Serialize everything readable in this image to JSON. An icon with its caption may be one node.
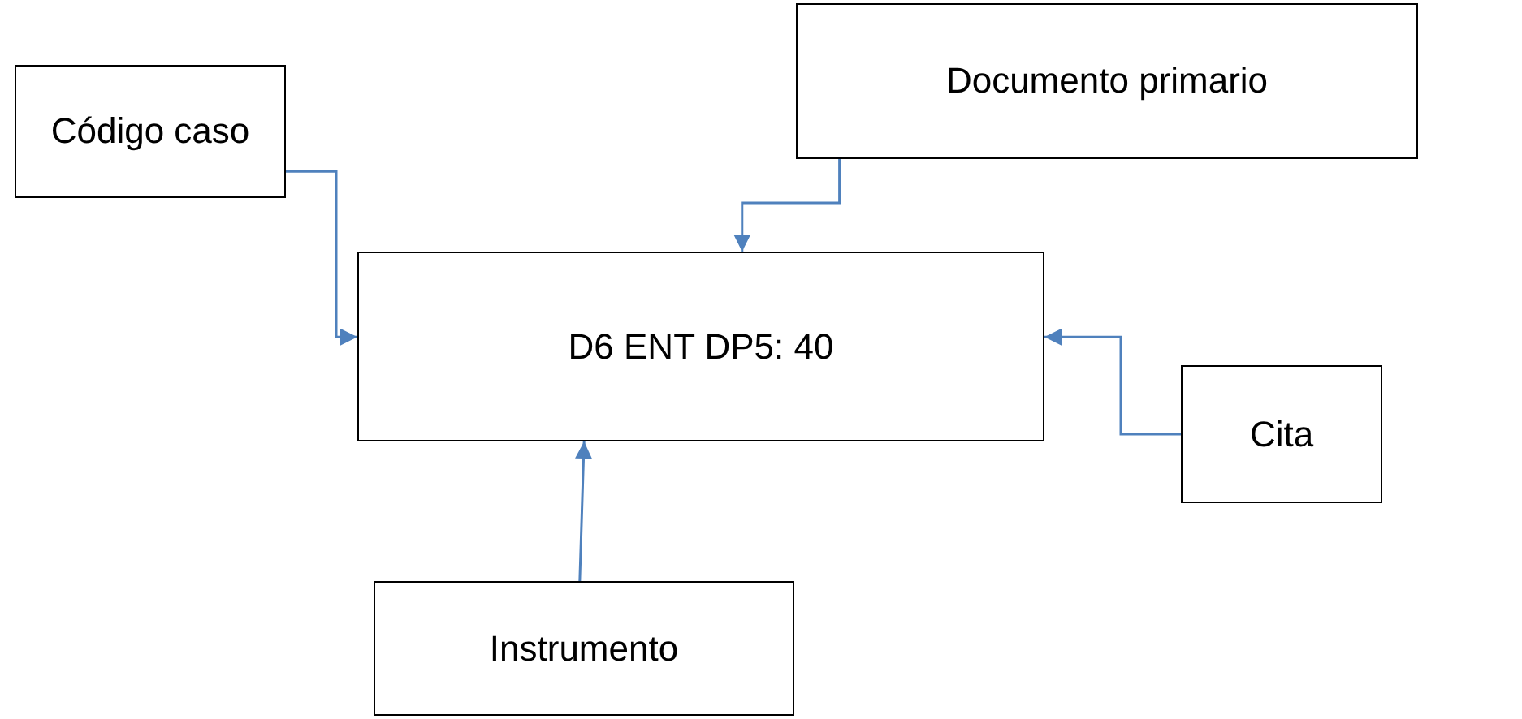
{
  "diagram": {
    "nodes": [
      {
        "text": [
          "Código caso"
        ]
      },
      {
        "text": [
          "Documento primario"
        ]
      },
      {
        "text": [
          "D6 ENT DP5: 40"
        ]
      },
      {
        "text": [
          "Cita"
        ]
      },
      {
        "text": [
          "Instrumento"
        ]
      }
    ],
    "edges": [
      {
        "from": 0,
        "to": 2,
        "arrow": "to"
      },
      {
        "from": 1,
        "to": 2,
        "arrow": "to"
      },
      {
        "from": 3,
        "to": 2,
        "arrow": "to"
      },
      {
        "from": 4,
        "to": 2,
        "arrow": "to"
      }
    ]
  }
}
